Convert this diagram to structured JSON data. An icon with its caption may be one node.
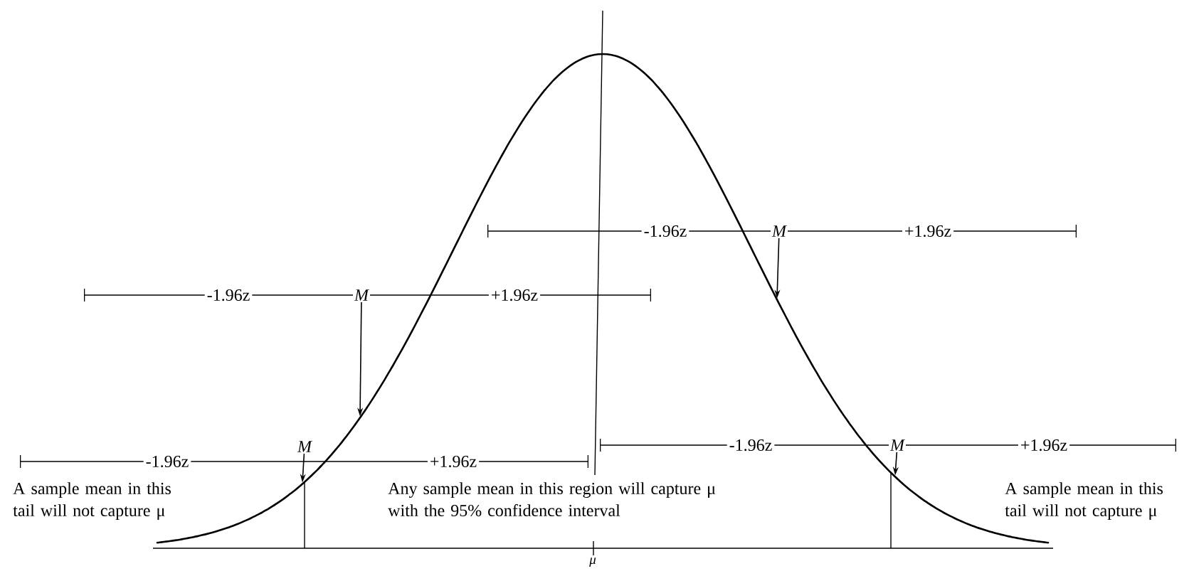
{
  "diagram": {
    "nodes": [
      {
        "text": [
          "M"
        ]
      },
      {
        "text": [
          "M"
        ]
      },
      {
        "text": [
          "M"
        ]
      },
      {
        "text": [
          "M"
        ]
      }
    ],
    "edges": [
      {
        "from": 0,
        "to": null,
        "arrow": "to"
      },
      {
        "from": 1,
        "to": null,
        "arrow": "to"
      },
      {
        "from": 2,
        "to": null,
        "arrow": "to"
      },
      {
        "from": 3,
        "to": null,
        "arrow": "to"
      }
    ],
    "labels": [
      "-1.96z",
      "+1.96z",
      "-1.96z",
      "+1.96z",
      "-1.96z",
      "+1.96z",
      "-1.96z",
      "+1.96z",
      "A sample mean in this tail will not capture μ",
      "Any sample mean in this region will capture μ with the 95% confidence interval",
      "A sample mean in this tail will not capture μ",
      "μ"
    ]
  }
}
